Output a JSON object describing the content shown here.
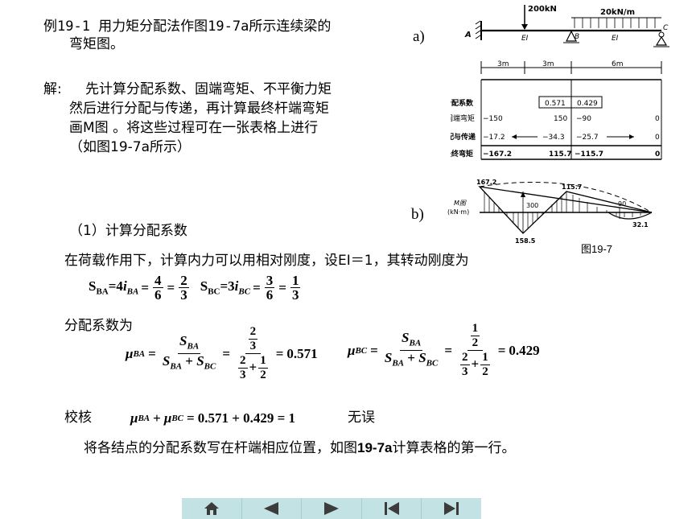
{
  "example": {
    "title_line1": "例19-1 用力矩分配法作图19-7a所示连续梁的",
    "title_line2": "弯矩图。"
  },
  "solution": {
    "label": "解:",
    "line1": "先计算分配系数、固端弯矩、不平衡力矩",
    "line2": "然后进行分配与传递，再计算最终杆端弯矩",
    "line3": "画M图 。将这些过程可在一张表格上进行",
    "line4": "（如图19-7a所示）"
  },
  "figure": {
    "label_a": "a)",
    "label_b": "b)",
    "caption": "图19-7",
    "load_point": "200kN",
    "load_dist": "20kN/m",
    "node_a": "A",
    "node_b": "B",
    "node_c": "C",
    "ei1": "EI",
    "ei2": "EI",
    "dim1": "3m",
    "dim2": "3m",
    "dim3": "6m",
    "table": {
      "row1_label": "分配系数",
      "row2_label": "固端弯矩",
      "row3_label": "分配与传递",
      "row4_label": "最终弯矩",
      "mu_ba": "0.571",
      "mu_bc": "0.429",
      "fem_ab": "−150",
      "fem_ba": "150",
      "fem_bc": "−90",
      "fem_cb": "0",
      "dist_ab": "−17.2",
      "dist_ba": "−34.3",
      "dist_bc": "−25.7",
      "dist_cb": "0",
      "fin_ab": "−167.2",
      "fin_ba": "115.7",
      "fin_bc": "−115.7",
      "fin_cb": "0"
    },
    "moment": {
      "axis_label1": "M图",
      "axis_label2": "(kN·m)",
      "v1": "167.2",
      "v2": "300",
      "v3": "115.7",
      "v4": "158.5",
      "v5": "90",
      "v6": "32.1"
    }
  },
  "section1": {
    "heading": "（1）计算分配系数",
    "intro": "在荷载作用下，计算内力可以用相对刚度，设EI＝1，其转动刚度为",
    "dist_label": "分配系数为",
    "check_label": "校核",
    "check_ok": "无误",
    "conclusion_pre": "将各结点的分配系数写在杆端相应位置，如图",
    "conclusion_bold": "19-7a",
    "conclusion_post": "计算表格的第一行。"
  },
  "nav": {
    "home": "home-icon",
    "prev": "prev-icon",
    "next": "next-icon",
    "first": "first-icon",
    "last": "last-icon"
  }
}
